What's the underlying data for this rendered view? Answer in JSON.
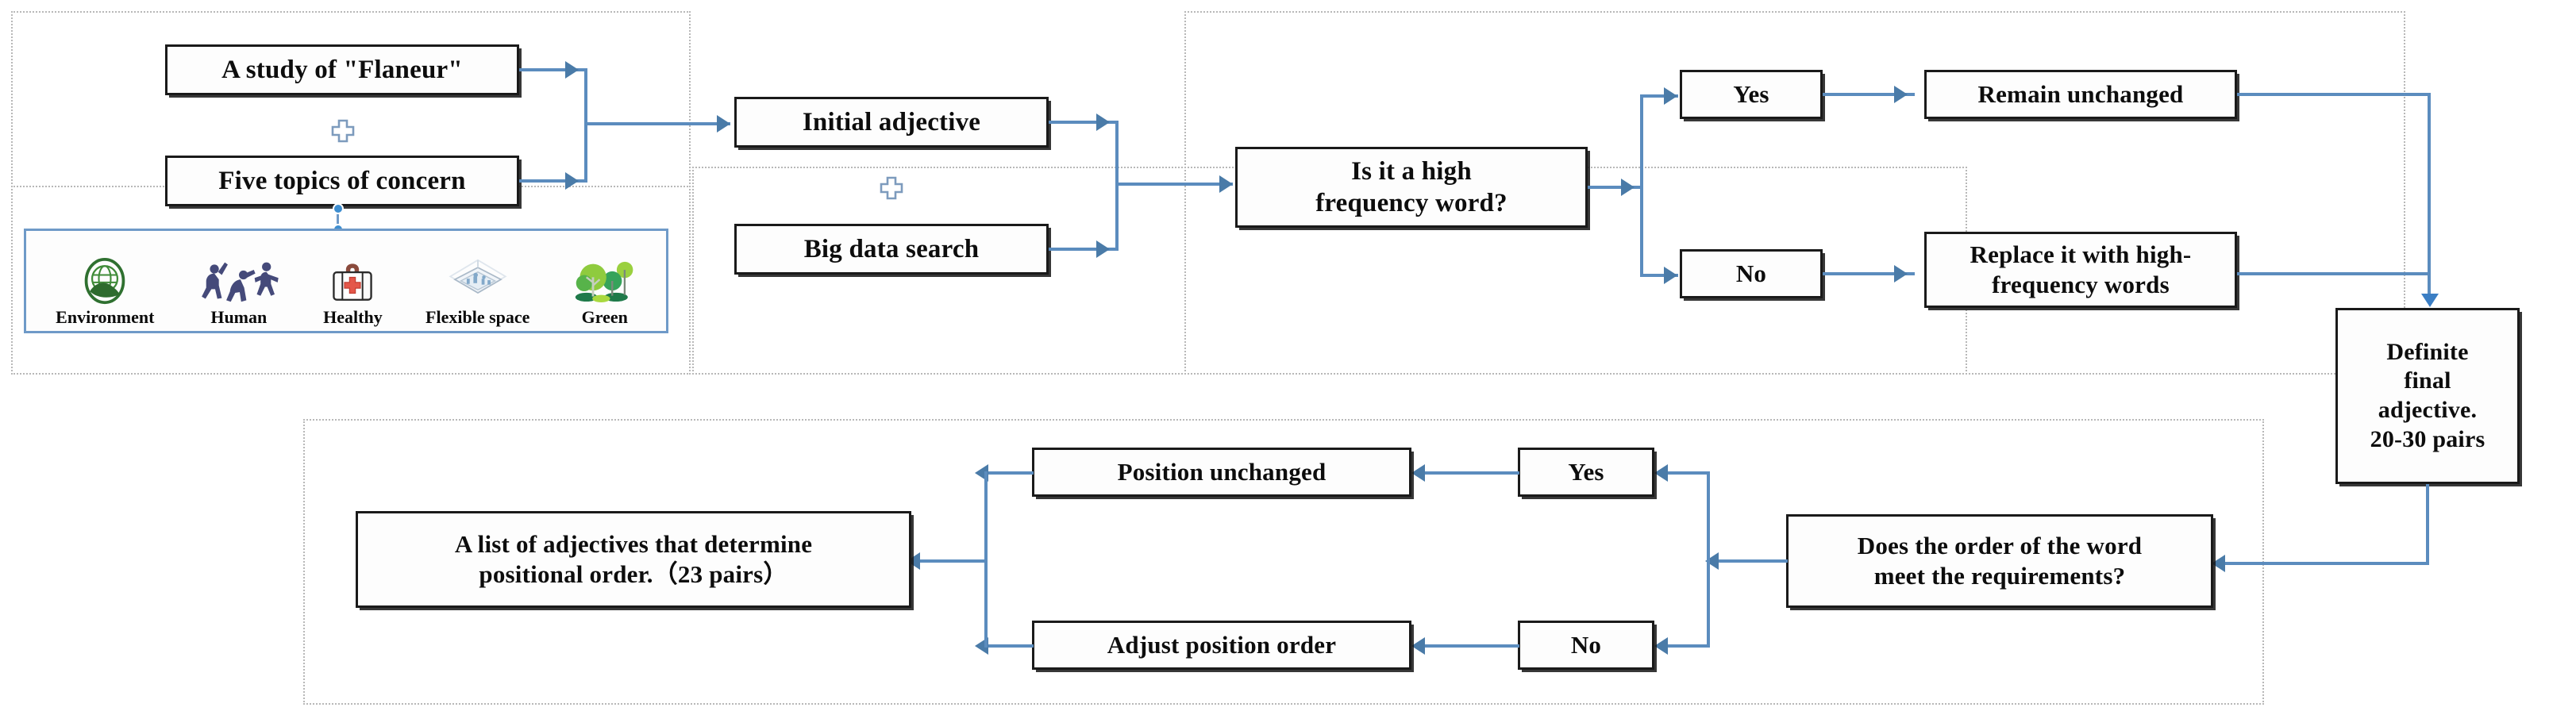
{
  "diagram": {
    "title": "Adjective selection and ordering flowchart",
    "accent_color": "#5b8cbe",
    "arrow_color": "#4a7ba8",
    "node_border_color": "#1a1a1a",
    "group_border_color": "#b8b8b8",
    "icon_panel_border_color": "#6f9ac8"
  },
  "nodes": {
    "study_flaneur": "A study of \"Flaneur\"",
    "five_topics": "Five topics of concern",
    "initial_adjective": "Initial adjective",
    "big_data_search": "Big data search",
    "high_freq_question_l1": "Is it a high",
    "high_freq_question_l2": "frequency word?",
    "yes_top": "Yes",
    "no_top": "No",
    "remain_unchanged": "Remain unchanged",
    "replace_l1": "Replace it with high-",
    "replace_l2": "frequency words",
    "definite_final_l1": "Definite",
    "definite_final_l2": "final",
    "definite_final_l3": "adjective.",
    "definite_final_l4": "20-30 pairs",
    "order_question_l1": "Does the order of the word",
    "order_question_l2": "meet the requirements?",
    "yes_bottom": "Yes",
    "no_bottom": "No",
    "position_unchanged": "Position unchanged",
    "adjust_position_order": "Adjust position order",
    "adjective_list_l1": "A list of adjectives that determine",
    "adjective_list_l2": "positional order.（23 pairs）"
  },
  "operators": {
    "plus_top": "+",
    "plus_middle": "+"
  },
  "topic_icons": [
    {
      "name": "globe-hand-icon",
      "label": "Environment",
      "color": "#2e6b2e"
    },
    {
      "name": "people-activity-icon",
      "label": "Human",
      "color": "#454a7a"
    },
    {
      "name": "first-aid-kit-icon",
      "label": "Healthy",
      "color": "#d94f43"
    },
    {
      "name": "isometric-space-icon",
      "label": "Flexible space",
      "color": "#9fb4c8"
    },
    {
      "name": "trees-icon",
      "label": "Green",
      "color": "#6cbe45"
    }
  ]
}
